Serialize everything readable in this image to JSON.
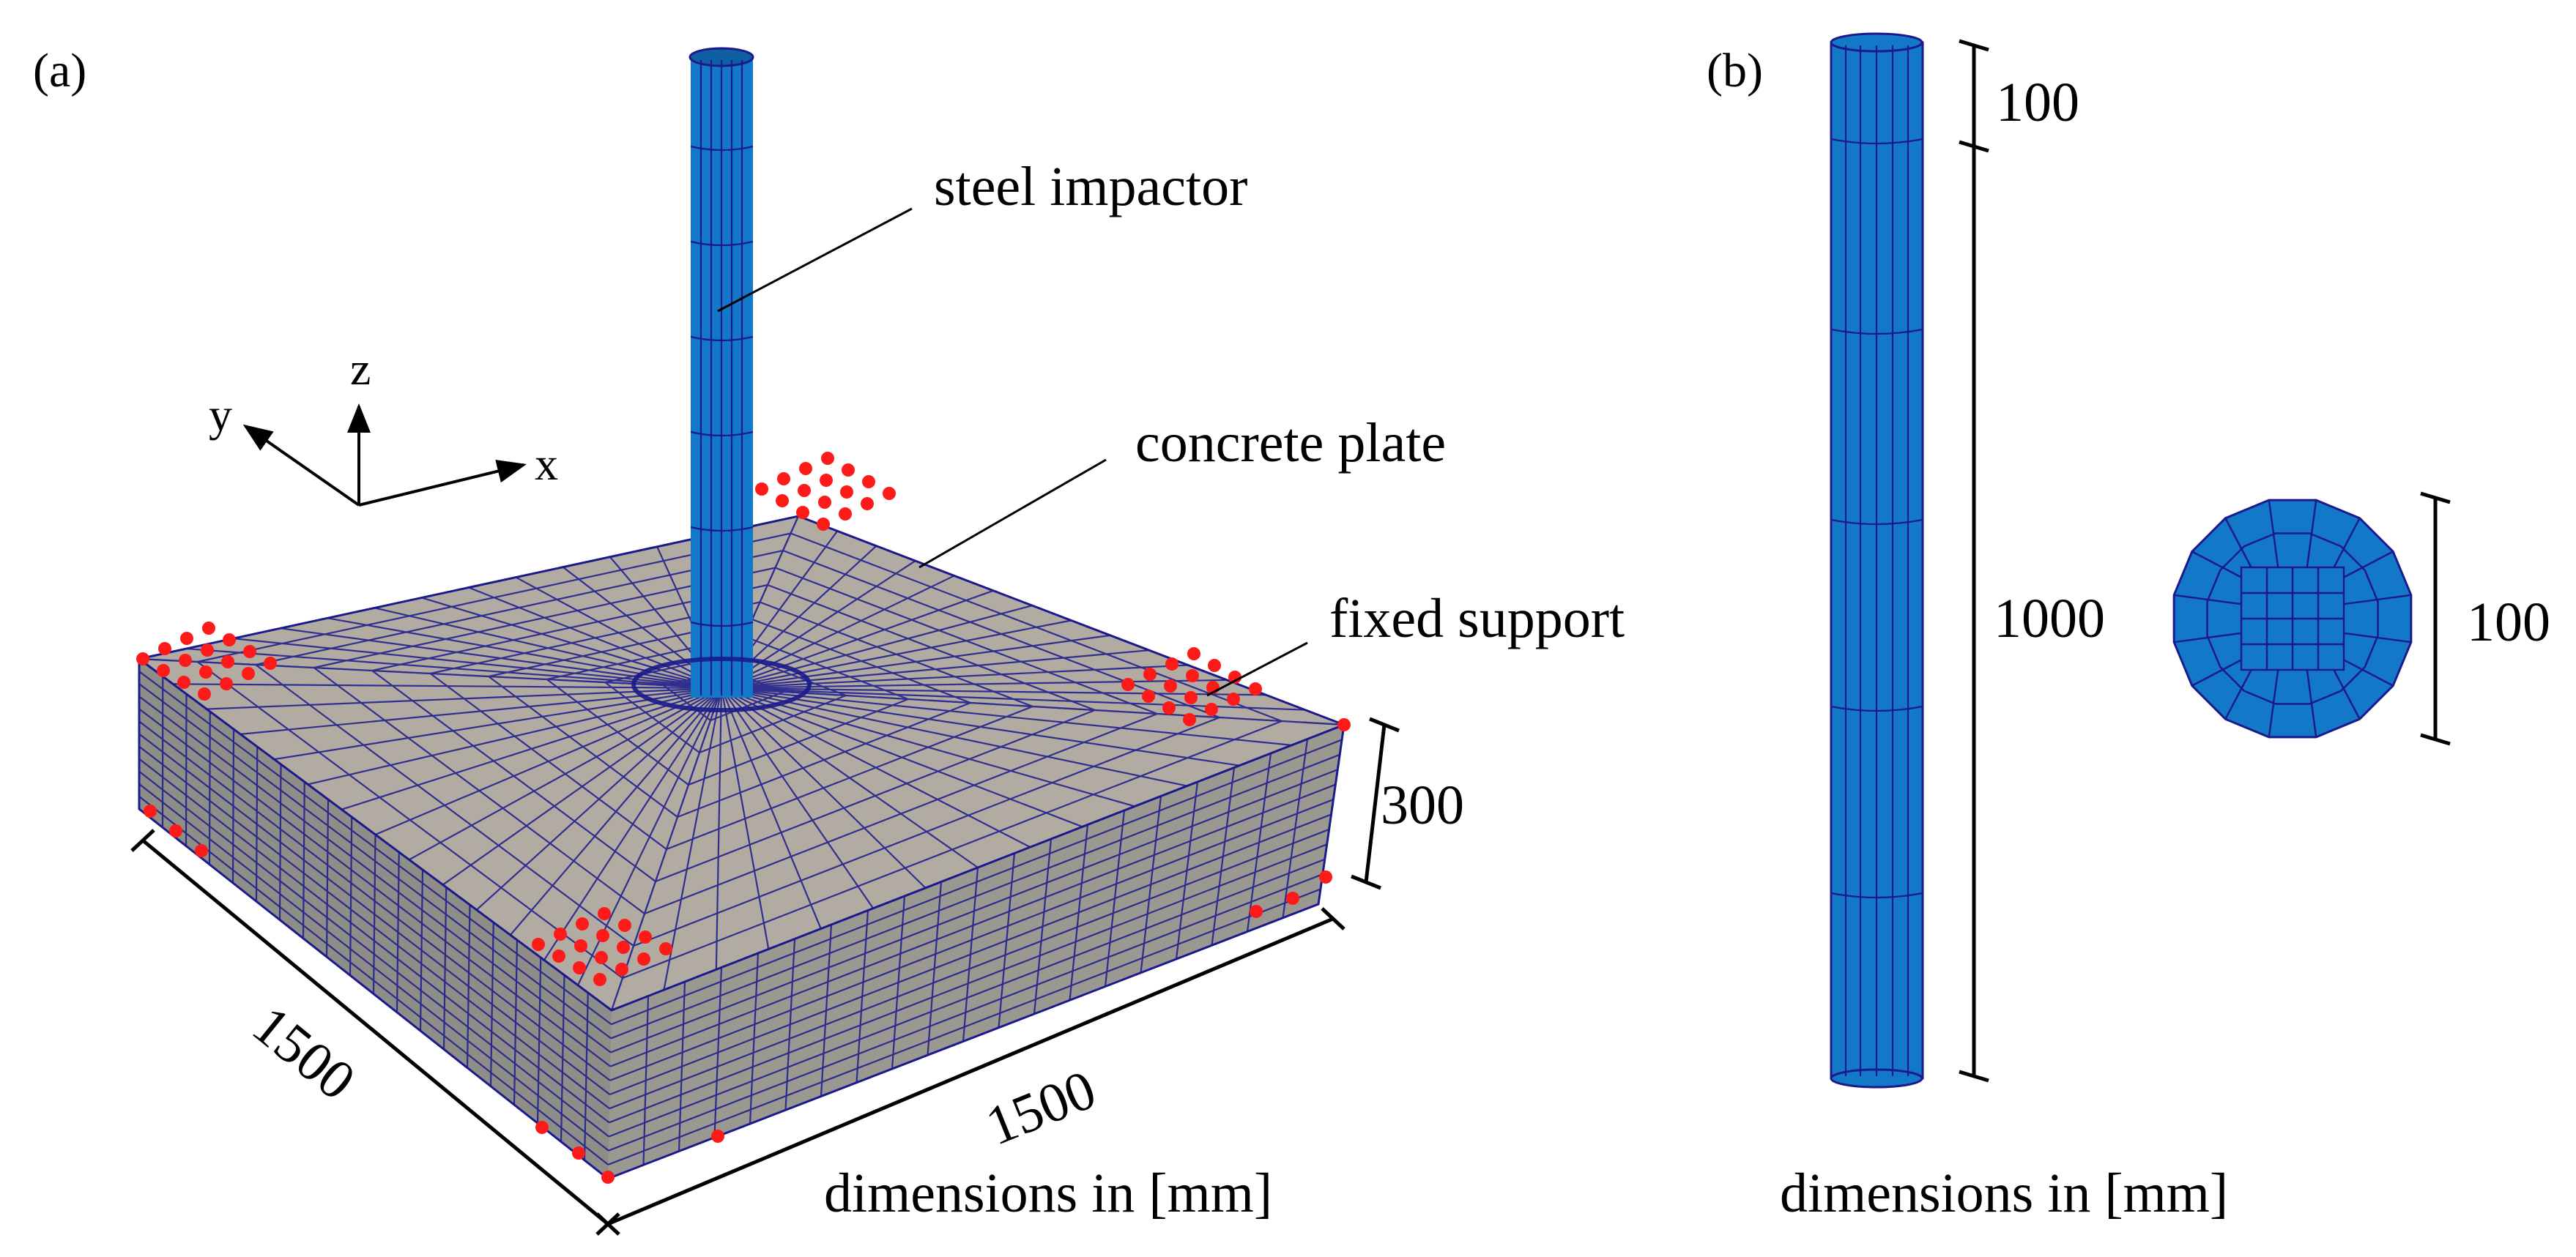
{
  "panel_a": {
    "tag": "(a)",
    "labels": {
      "impactor": "steel impactor",
      "plate": "concrete plate",
      "support": "fixed support"
    },
    "axes": {
      "x": "x",
      "y": "y",
      "z": "z"
    },
    "dimensions": {
      "length": "1500",
      "width": "1500",
      "thickness": "300"
    },
    "footer": "dimensions in [mm]"
  },
  "panel_b": {
    "tag": "(b)",
    "dimensions": {
      "segment": "100",
      "length": "1000",
      "diameter": "100"
    },
    "footer": "dimensions in [mm]"
  },
  "colors": {
    "concrete": "#b2aba1",
    "concrete_side": "#8f8d88",
    "mesh_line": "#1a1a8c",
    "steel": "#1478c8",
    "steel_dark": "#0e5fa3",
    "support_dot": "#ff1a1a",
    "dimension_line": "#000000"
  }
}
